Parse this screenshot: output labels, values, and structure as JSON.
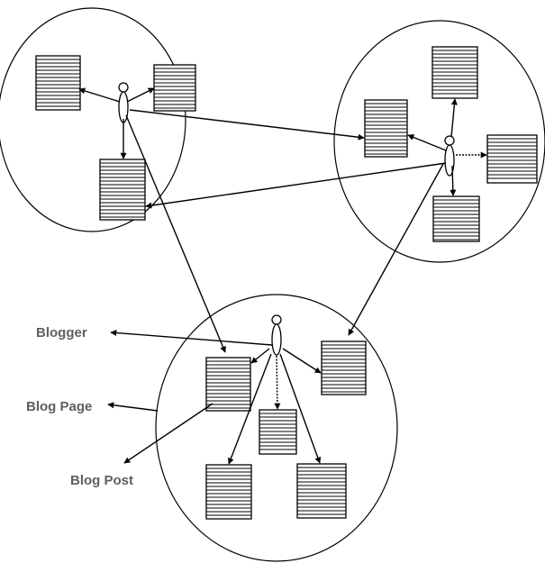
{
  "legend": {
    "blogger": "Blogger",
    "blog_page": "Blog Page",
    "blog_post": "Blog Post"
  },
  "colors": {
    "stroke": "#000000",
    "label": "#5f5f5f",
    "background": "#ffffff"
  },
  "icons": {
    "person": "blogger-figure-icon",
    "page": "blog-page-icon"
  }
}
